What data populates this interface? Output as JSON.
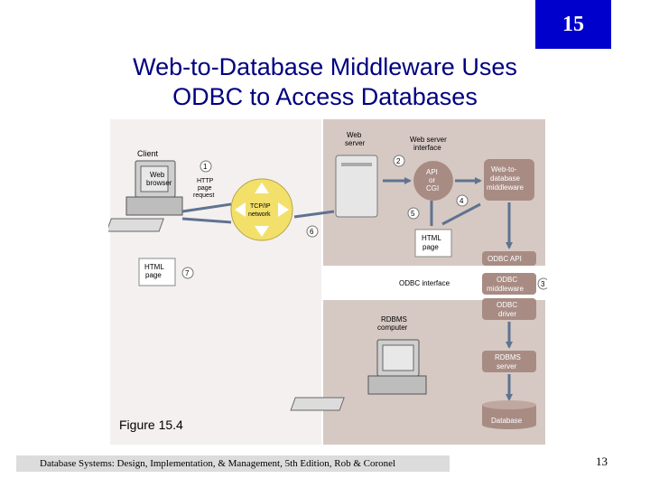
{
  "chapter_badge": "15",
  "title": {
    "line1": "Web-to-Database Middleware Uses",
    "line2": "ODBC to Access Databases"
  },
  "diagram": {
    "caption": "Figure 15.4",
    "client": {
      "label": "Client",
      "browser": [
        "Web",
        "browser"
      ]
    },
    "web_server": [
      "Web",
      "server"
    ],
    "web_server_interface": [
      "Web server",
      "interface"
    ],
    "api": [
      "API",
      "or",
      "CGI"
    ],
    "middleware": [
      "Web-to-",
      "database",
      "middleware"
    ],
    "http_request": [
      "HTTP",
      "page",
      "request"
    ],
    "network": [
      "TCP/IP",
      "network"
    ],
    "html_page": [
      "HTML",
      "page"
    ],
    "odbc_interface": "ODBC interface",
    "odbc_api": "ODBC API",
    "odbc_middleware": [
      "ODBC",
      "middleware"
    ],
    "odbc_driver": [
      "ODBC",
      "driver"
    ],
    "rdbms_computer": [
      "RDBMS",
      "computer"
    ],
    "rdbms_server": [
      "RDBMS",
      "server"
    ],
    "database": "Database",
    "steps": [
      "1",
      "2",
      "3",
      "4",
      "5",
      "6",
      "7"
    ],
    "colors": {
      "panel": "#d6c9c3",
      "box": "#a88c84",
      "network": "#f3e06a",
      "arrow": "#5f7390"
    }
  },
  "footer": "Database Systems: Design, Implementation, & Management, 5th Edition, Rob & Coronel",
  "page_number": "13"
}
